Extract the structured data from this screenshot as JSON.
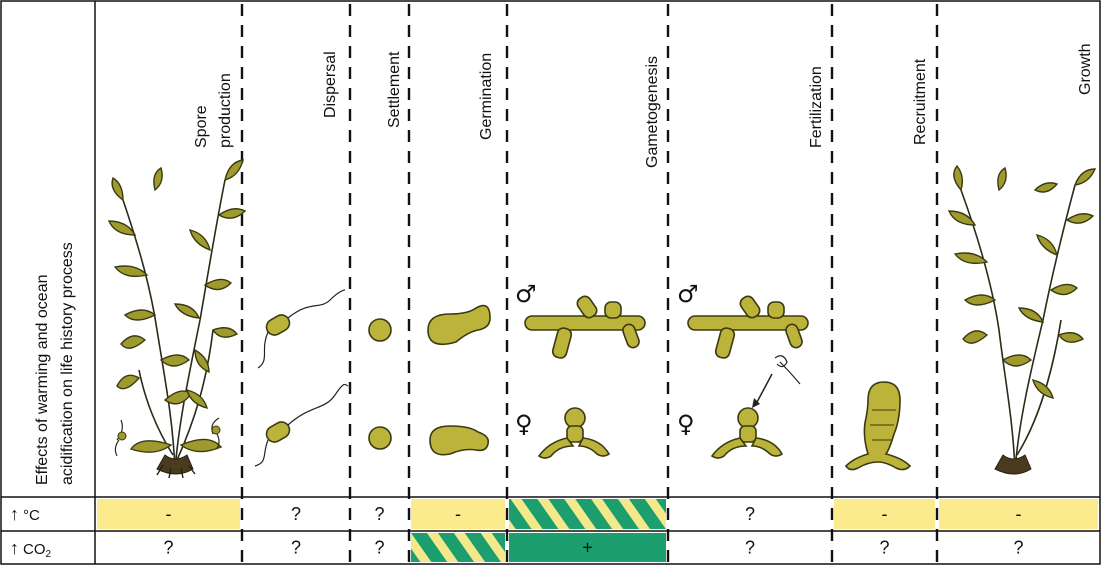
{
  "side_title_line1": "Effects of warming and ocean",
  "side_title_line2": "acidification on life history process",
  "stages": [
    {
      "line1": "Spore",
      "line2": "production"
    },
    {
      "line1": "Dispersal",
      "line2": ""
    },
    {
      "line1": "Settlement",
      "line2": ""
    },
    {
      "line1": "Germination",
      "line2": ""
    },
    {
      "line1": "Gametogenesis",
      "line2": ""
    },
    {
      "line1": "Fertilization",
      "line2": ""
    },
    {
      "line1": "Recruitment",
      "line2": ""
    },
    {
      "line1": "Growth",
      "line2": ""
    }
  ],
  "rows": [
    {
      "label": "°C",
      "arrow": "↑",
      "cells": [
        {
          "text": "-",
          "fill": "yellow"
        },
        {
          "text": "?",
          "fill": "none"
        },
        {
          "text": "?",
          "fill": "none"
        },
        {
          "text": "-",
          "fill": "yellow"
        },
        {
          "text": "",
          "fill": "striped"
        },
        {
          "text": "?",
          "fill": "none"
        },
        {
          "text": "-",
          "fill": "yellow"
        },
        {
          "text": "-",
          "fill": "yellow"
        }
      ]
    },
    {
      "label": "CO",
      "label_sub": "2",
      "arrow": "↑",
      "cells": [
        {
          "text": "?",
          "fill": "none"
        },
        {
          "text": "?",
          "fill": "none"
        },
        {
          "text": "?",
          "fill": "none"
        },
        {
          "text": "",
          "fill": "striped"
        },
        {
          "text": "+",
          "fill": "green"
        },
        {
          "text": "?",
          "fill": "none"
        },
        {
          "text": "?",
          "fill": "none"
        },
        {
          "text": "?",
          "fill": "none"
        }
      ]
    }
  ],
  "symbols": {
    "male": "♂",
    "female": "♀"
  },
  "colors": {
    "yellow": "#fbeb8c",
    "green": "#1c9e6e",
    "stripe_yellow": "#f3e98a",
    "kelp": "#9e9a2e"
  }
}
